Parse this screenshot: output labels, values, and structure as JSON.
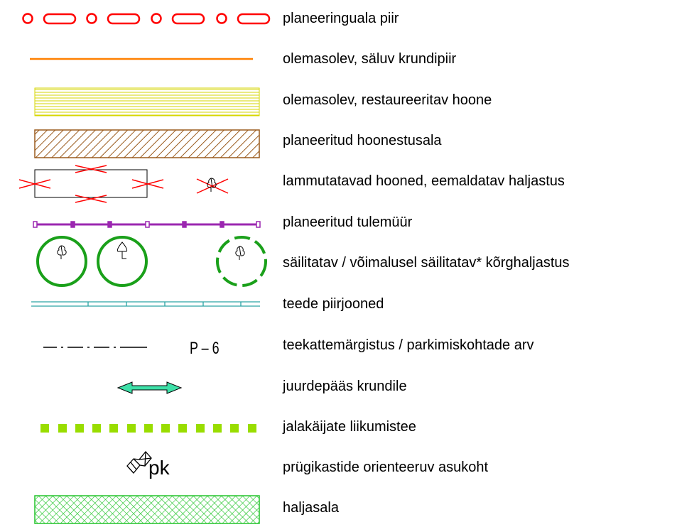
{
  "legend": {
    "items": [
      {
        "id": "boundary",
        "label": "planeeringuala piir",
        "color": "#ff0000"
      },
      {
        "id": "plot-line",
        "label": "olemasolev, säluv krundipiir",
        "color": "#ff8000"
      },
      {
        "id": "existing-building",
        "label": "olemasolev, restaureeritav hoone",
        "color": "#d6d600"
      },
      {
        "id": "building-area",
        "label": "planeeritud hoonestusala",
        "color": "#9a5a1c"
      },
      {
        "id": "demolition",
        "label": "lammutatavad hooned, eemaldatav haljastus",
        "color": "#ff0000"
      },
      {
        "id": "firewall",
        "label": "planeeritud tulemüür",
        "color": "#9b27b0"
      },
      {
        "id": "trees",
        "label": "säilitatav / võimalusel säilitatav* kõrghaljastus",
        "color": "#1aa01a"
      },
      {
        "id": "road-lines",
        "label": "teede piirjooned",
        "color": "#2aa3a3"
      },
      {
        "id": "road-marking",
        "label": "teekattemärgistus / parkimiskohtade arv",
        "color": "#000000",
        "symbol_text": "P – 6"
      },
      {
        "id": "access",
        "label": "juurdepääs krundile",
        "color": "#3ee0a8"
      },
      {
        "id": "footpath",
        "label": "jalakäijate liikumistee",
        "color": "#99dd00"
      },
      {
        "id": "waste-bins",
        "label": "prügikastide orienteeruv asukoht",
        "color": "#000000",
        "symbol_text": "pk"
      },
      {
        "id": "green-area",
        "label": "haljasala",
        "color": "#22c42a"
      }
    ]
  }
}
